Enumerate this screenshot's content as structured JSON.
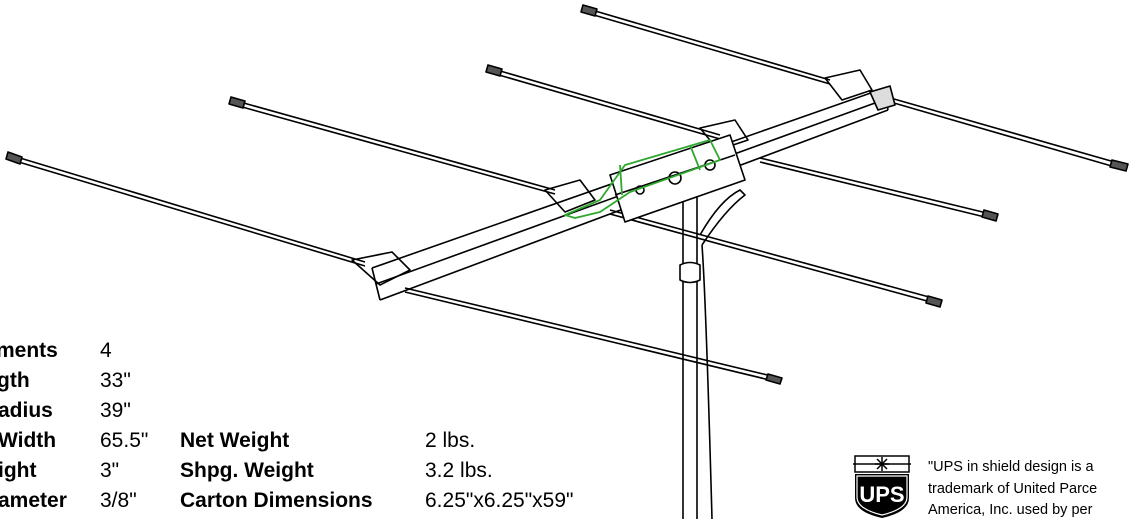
{
  "specs_left": [
    {
      "label": "ments",
      "value": "4"
    },
    {
      "label": "gth",
      "value": "33\""
    },
    {
      "label": "adius",
      "value": "39\""
    },
    {
      "label": "Width",
      "value": "65.5\""
    },
    {
      "label": "ight",
      "value": "3\""
    },
    {
      "label": "ameter",
      "value": "3/8\""
    }
  ],
  "specs_right": [
    {
      "label": "Net Weight",
      "value": "2 lbs."
    },
    {
      "label": "Shpg. Weight",
      "value": "3.2 lbs."
    },
    {
      "label": "Carton Dimensions",
      "value": "6.25\"x6.25\"x59\""
    }
  ],
  "ups_logo_text": "UPS",
  "ups_note": [
    "\"UPS in shield design is a",
    "trademark of United Parce",
    "America, Inc. used by per"
  ],
  "colors": {
    "highlight": "#2fa82f",
    "line": "#000000"
  }
}
